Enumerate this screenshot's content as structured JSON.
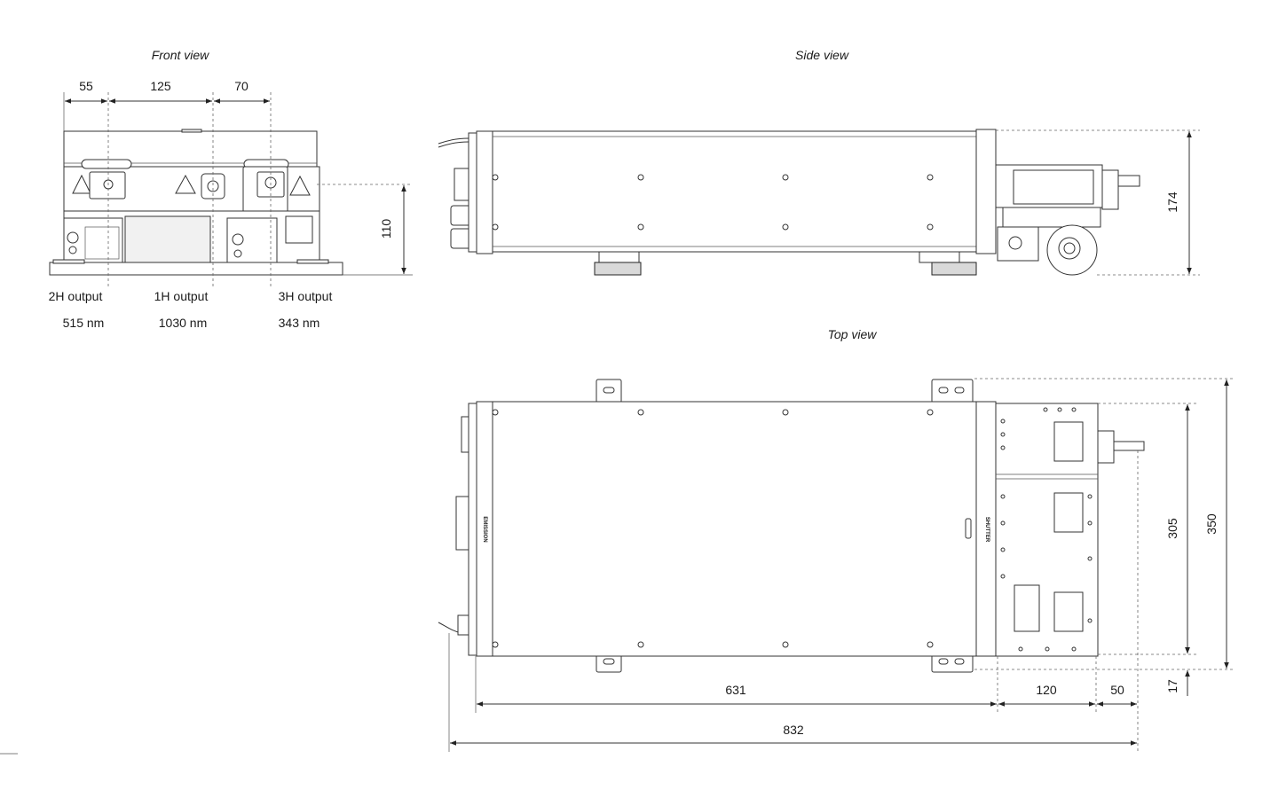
{
  "views": {
    "front": "Front view",
    "side": "Side view",
    "top": "Top view"
  },
  "front_dims": {
    "d55": "55",
    "d125": "125",
    "d70": "70",
    "d110": "110"
  },
  "outputs": [
    {
      "label": "2H output",
      "wavelength": "515 nm"
    },
    {
      "label": "1H output",
      "wavelength": "1030 nm"
    },
    {
      "label": "3H output",
      "wavelength": "343 nm"
    }
  ],
  "side_dims": {
    "d174": "174"
  },
  "top_dims": {
    "d305": "305",
    "d350": "350",
    "d17": "17",
    "d631": "631",
    "d120": "120",
    "d50": "50",
    "d832": "832"
  },
  "panel_labels": {
    "emission": "EMISSION",
    "shutter": "SHUTTER"
  }
}
